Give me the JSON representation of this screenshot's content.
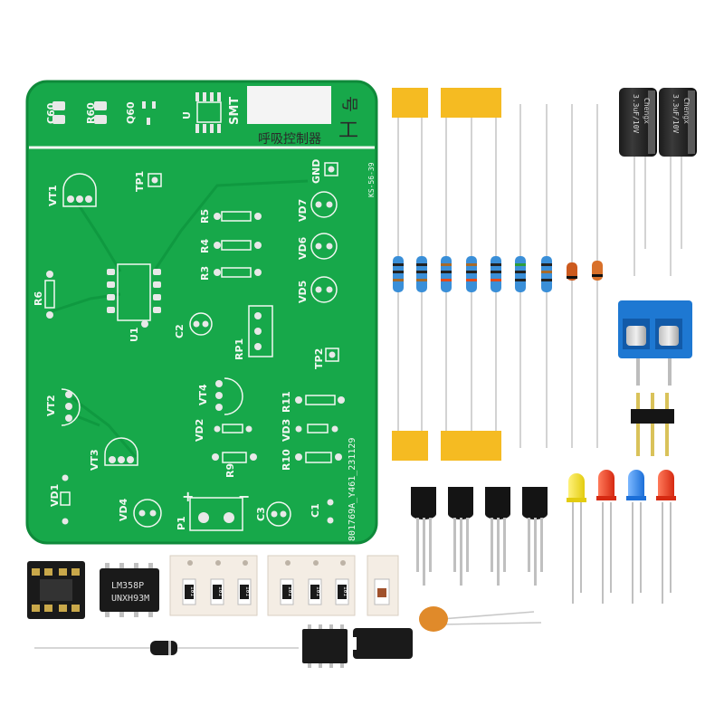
{
  "photo": {
    "board": {
      "top_labels": {
        "c60": "C60",
        "r60": "R60",
        "q60": "Q60",
        "u": "U",
        "smt": "SMT",
        "title_cn": "呼吸控制器",
        "gong": "工",
        "hao": "号"
      },
      "codes": {
        "ks": "KS-56-39",
        "serial": "801769A_Y461_231129"
      },
      "labels": {
        "tp1": "TP1",
        "gnd": "GND",
        "vt1": "VT1",
        "r5": "R5",
        "r4": "R4",
        "r3": "R3",
        "vd7": "VD7",
        "vd6": "VD6",
        "vd5": "VD5",
        "r6": "R6",
        "u1": "U1",
        "c2": "C2",
        "rp1": "RP1",
        "tp2": "TP2",
        "vt2": "VT2",
        "vt4": "VT4",
        "r11": "R11",
        "vd2": "VD2",
        "vd3": "VD3",
        "vt3": "VT3",
        "r9": "R9",
        "r10": "R10",
        "vd1": "VD1",
        "vd4": "VD4",
        "p1": "P1",
        "plus": "+",
        "minus": "−",
        "c3": "C3",
        "c1": "C1"
      }
    },
    "parts": {
      "cap_brand": "Chengx",
      "cap_value": "3.3uF/10V",
      "ic_line1": "LM358P",
      "ic_line2": "UNXH93M",
      "smd_code": "101"
    },
    "colors": {
      "pcb": "#17a84a",
      "pcb_edge": "#0f8a3a",
      "pad": "#e8e8e8",
      "resistor_body": "#3a8fd8",
      "terminal_blue": "#1e78d2",
      "tape": "#f5bb22",
      "led_yellow": "#f3e21c",
      "led_red": "#e83a22",
      "led_blue": "#2b86ea"
    }
  }
}
